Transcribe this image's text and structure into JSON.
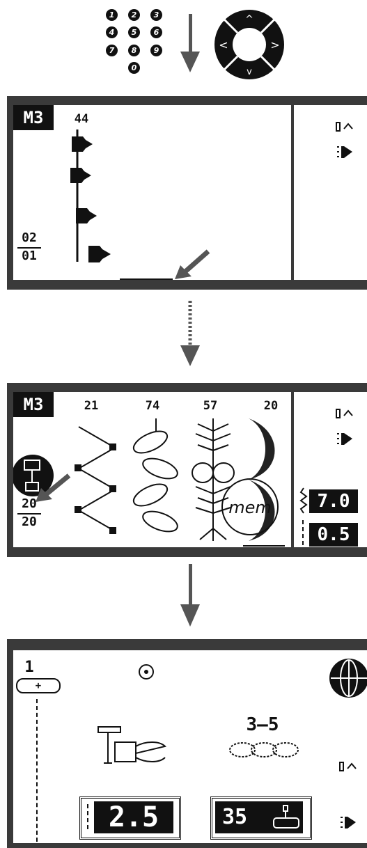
{
  "numpad": {
    "keys": [
      "1",
      "2",
      "3",
      "4",
      "5",
      "6",
      "7",
      "8",
      "9",
      "0"
    ]
  },
  "dpad": {
    "up": "^",
    "left": "<",
    "right": ">",
    "down": "v"
  },
  "screen1": {
    "memory_label": "M3",
    "stitch_number": "44",
    "position_top": "02",
    "position_bottom": "01"
  },
  "screen2": {
    "memory_label": "M3",
    "stitch_numbers": [
      "21",
      "74",
      "57",
      "20"
    ],
    "position_top": "20",
    "position_bottom": "20",
    "width_value": "7.0",
    "length_value": "0.5"
  },
  "mem_button": {
    "label": "mem"
  },
  "screen3": {
    "needle_position": "1",
    "plus_label": "+",
    "presser_foot_range": "3–5",
    "stitch_length_value": "2.5",
    "tension_value": "35"
  },
  "colors": {
    "panel_frame": "#3a3a3a",
    "lcd_text": "#111111",
    "lcd_bg": "#ffffff"
  }
}
